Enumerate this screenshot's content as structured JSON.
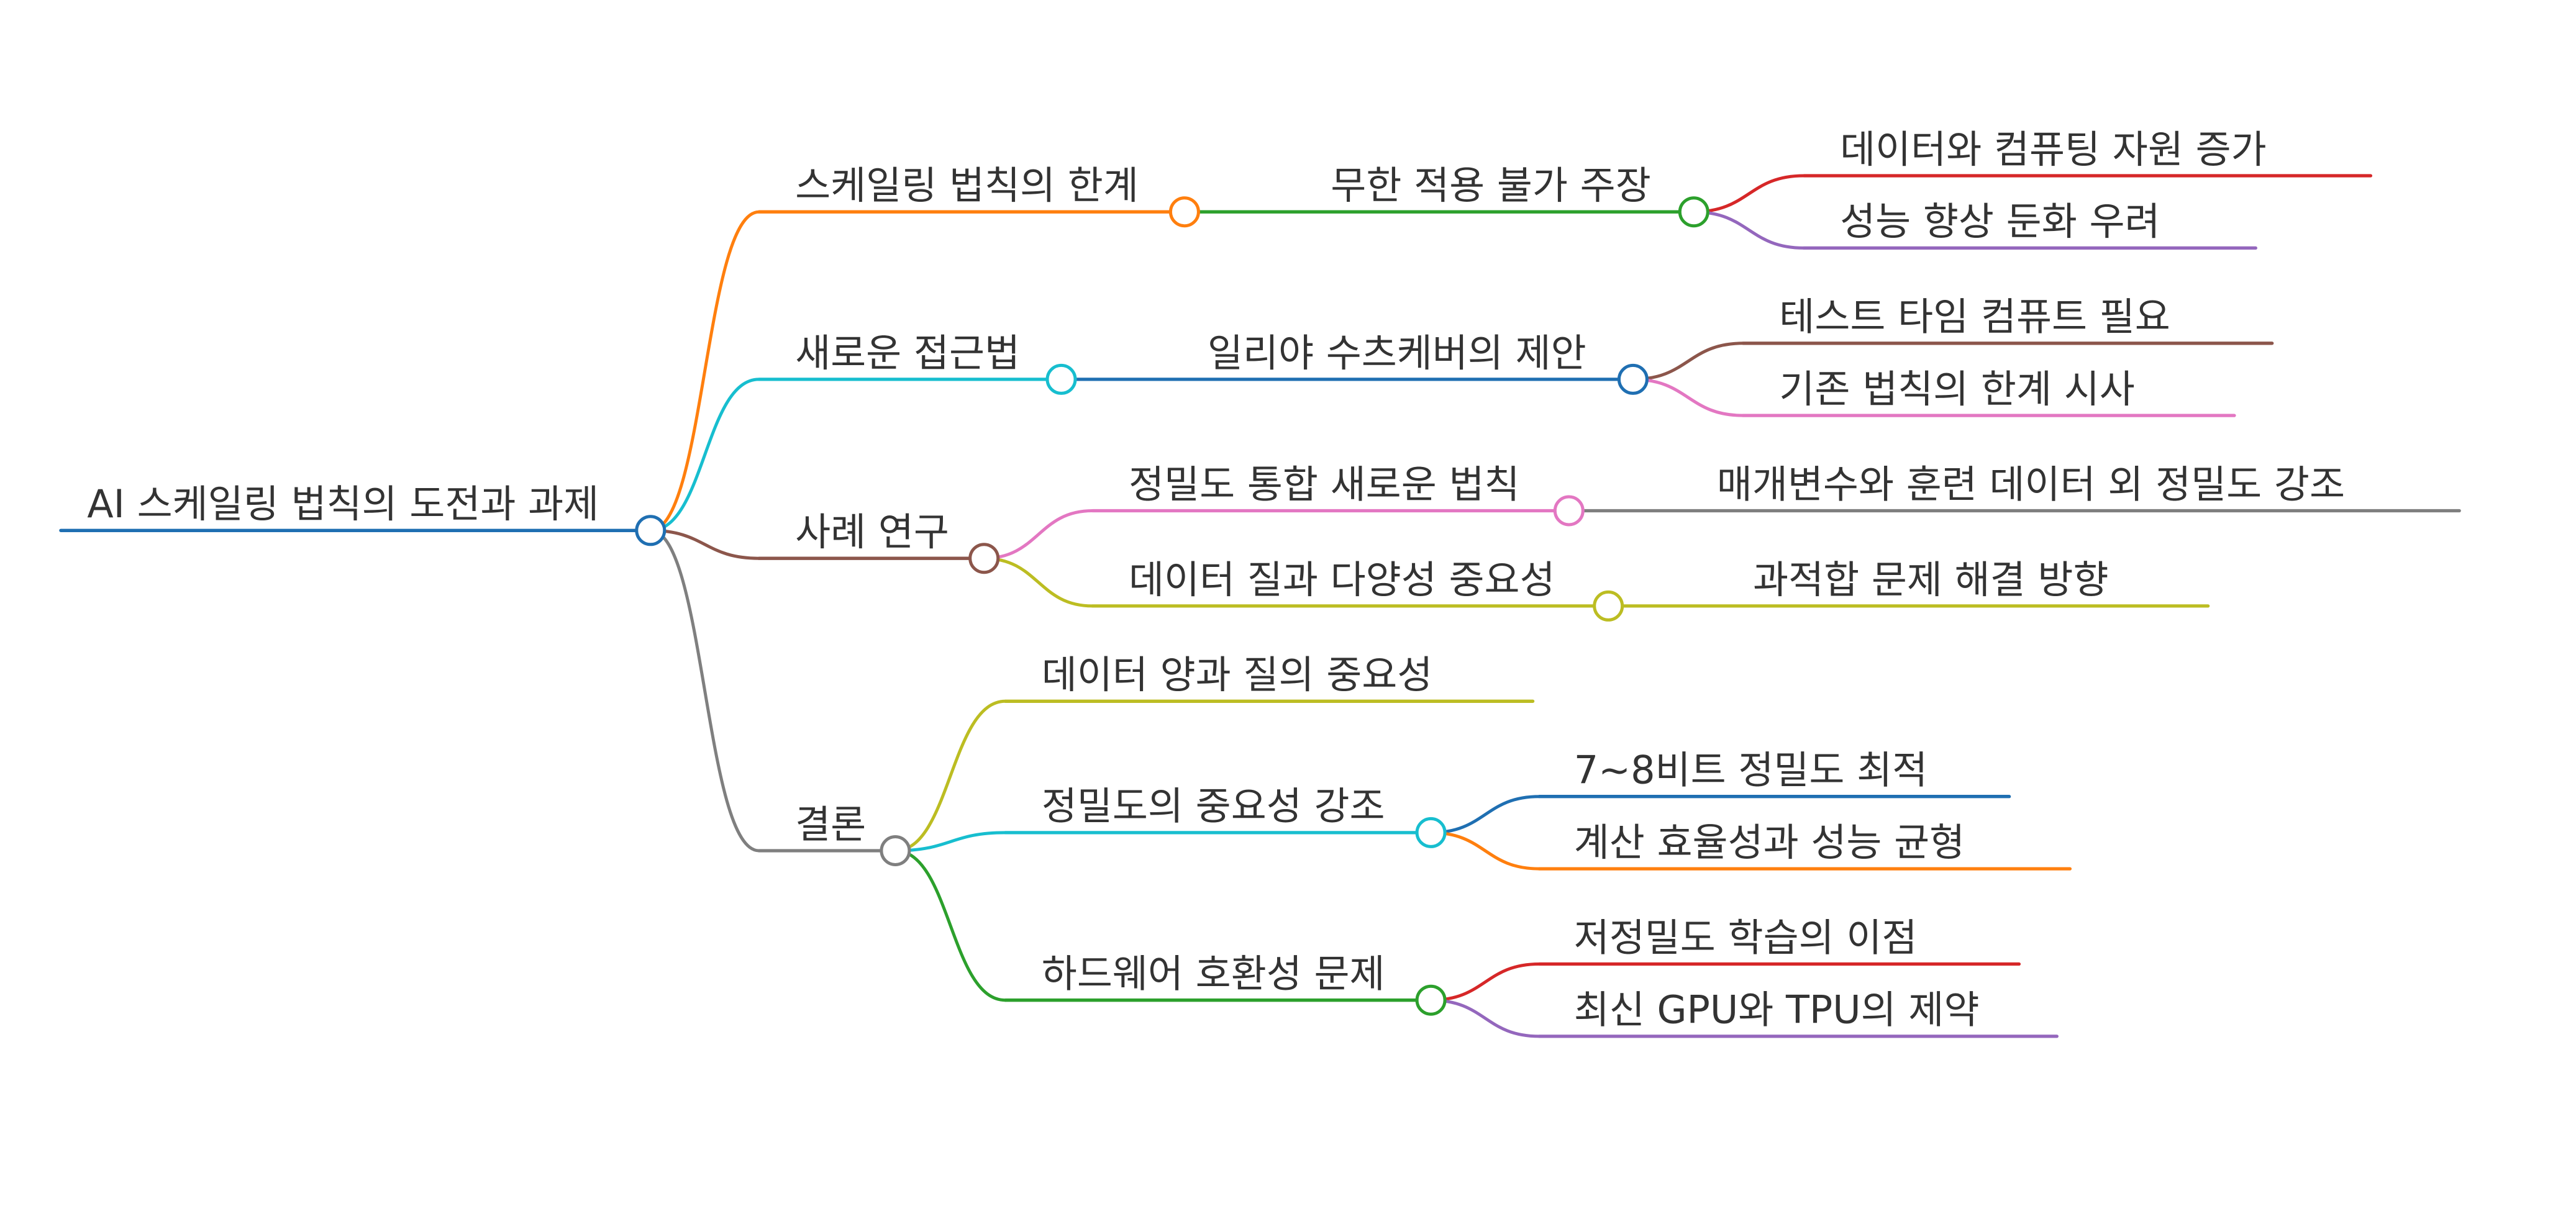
{
  "root": {
    "label": "AI 스케일링 법칙의 도전과 과제",
    "color": "#1f6fb2"
  },
  "branches": [
    {
      "id": "limits",
      "label": "스케일링 법칙의 한계",
      "color": "#ff7f0e",
      "children": [
        {
          "id": "limits-claim",
          "label": "무한 적용 불가 주장",
          "color": "#2ca02c",
          "children": [
            {
              "id": "limits-claim-1",
              "label": "데이터와 컴퓨팅 자원 증가",
              "color": "#d62728"
            },
            {
              "id": "limits-claim-2",
              "label": "성능 향상 둔화 우려",
              "color": "#9467bd"
            }
          ]
        }
      ]
    },
    {
      "id": "approach",
      "label": "새로운 접근법",
      "color": "#17becf",
      "children": [
        {
          "id": "approach-proposal",
          "label": "일리야 수츠케버의 제안",
          "color": "#1f6fb2",
          "children": [
            {
              "id": "approach-proposal-1",
              "label": "테스트 타임 컴퓨트 필요",
              "color": "#8c564b"
            },
            {
              "id": "approach-proposal-2",
              "label": "기존 법칙의 한계 시사",
              "color": "#e377c2"
            }
          ]
        }
      ]
    },
    {
      "id": "cases",
      "label": "사례 연구",
      "color": "#8c564b",
      "children": [
        {
          "id": "cases-precision",
          "label": "정밀도 통합 새로운 법칙",
          "color": "#e377c2",
          "children": [
            {
              "id": "cases-precision-1",
              "label": "매개변수와 훈련 데이터 외 정밀도 강조",
              "color": "#7f7f7f"
            }
          ]
        },
        {
          "id": "cases-quality",
          "label": "데이터 질과 다양성 중요성",
          "color": "#bcbd22",
          "children": [
            {
              "id": "cases-quality-1",
              "label": "과적합 문제 해결 방향",
              "color": "#bcbd22"
            }
          ]
        }
      ]
    },
    {
      "id": "conclusion",
      "label": "결론",
      "color": "#7f7f7f",
      "children": [
        {
          "id": "conclusion-data",
          "label": "데이터 양과 질의 중요성",
          "color": "#bcbd22",
          "children": []
        },
        {
          "id": "conclusion-precision",
          "label": "정밀도의 중요성 강조",
          "color": "#17becf",
          "children": [
            {
              "id": "conclusion-precision-1",
              "label": "7~8비트 정밀도 최적",
              "color": "#1f6fb2"
            },
            {
              "id": "conclusion-precision-2",
              "label": "계산 효율성과 성능 균형",
              "color": "#ff7f0e"
            }
          ]
        },
        {
          "id": "conclusion-hardware",
          "label": "하드웨어 호환성 문제",
          "color": "#2ca02c",
          "children": [
            {
              "id": "conclusion-hardware-1",
              "label": "저정밀도 학습의 이점",
              "color": "#d62728"
            },
            {
              "id": "conclusion-hardware-2",
              "label": "최신 GPU와 TPU의 제약",
              "color": "#9467bd"
            }
          ]
        }
      ]
    }
  ]
}
